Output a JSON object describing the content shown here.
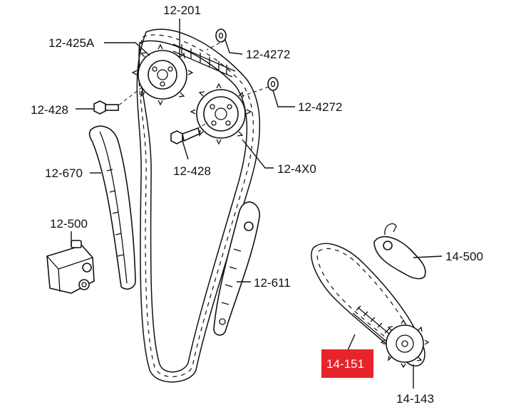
{
  "diagram": {
    "labels": {
      "p12_201": "12-201",
      "p12_425a": "12-425A",
      "p12_4272_upper": "12-4272",
      "p12_4272_lower": "12-4272",
      "p12_428_upper": "12-428",
      "p12_428_lower": "12-428",
      "p12_670": "12-670",
      "p12_4x0": "12-4X0",
      "p12_500": "12-500",
      "p12_611": "12-611",
      "p14_500": "14-500",
      "p14_151": "14-151",
      "p14_143": "14-143"
    },
    "highlight": {
      "part": "14-151",
      "color": "#e8232a",
      "text_color": "#ffffff"
    }
  }
}
